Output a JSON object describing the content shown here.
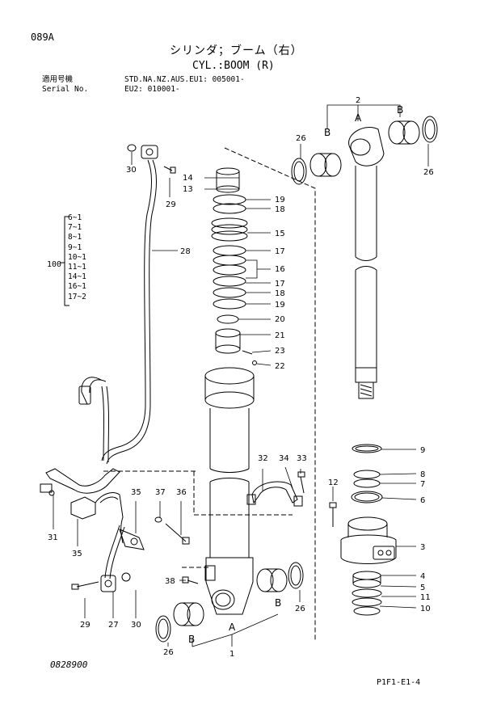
{
  "header": {
    "code": "089A",
    "title_jp": "シリンダ；ブーム（右）",
    "title_en": "CYL.:BOOM (R)",
    "applicable_label": "適用号機",
    "applicable_models": "STD.NA.NZ.AUS.EU1: 005001-",
    "serial_label": "Serial No.",
    "eu2_serial": "EU2: 010001-"
  },
  "kit": {
    "total": "100",
    "items": [
      "6~1",
      "7~1",
      "8~1",
      "9~1",
      "10~1",
      "11~1",
      "14~1",
      "16~1",
      "17~2"
    ]
  },
  "callouts": {
    "c1": "1",
    "c2": "2",
    "c3": "3",
    "c4": "4",
    "c5": "5",
    "c6": "6",
    "c7": "7",
    "c8": "8",
    "c9": "9",
    "c10": "10",
    "c11": "11",
    "c12": "12",
    "c13": "13",
    "c14": "14",
    "c15": "15",
    "c16": "16",
    "c17a": "17",
    "c17b": "17",
    "c18a": "18",
    "c18b": "18",
    "c19a": "19",
    "c19b": "19",
    "c20": "20",
    "c21": "21",
    "c22": "22",
    "c23": "23",
    "c26a": "26",
    "c26b": "26",
    "c26c": "26",
    "c26d": "26",
    "c27": "27",
    "c28": "28",
    "c29a": "29",
    "c29b": "29",
    "c30a": "30",
    "c30b": "30",
    "c31": "31",
    "c32": "32",
    "c33": "33",
    "c34": "34",
    "c35a": "35",
    "c35b": "35",
    "c36": "36",
    "c37": "37",
    "c38": "38",
    "A1": "A",
    "A2": "A",
    "B1": "B",
    "B2": "B",
    "B3": "B",
    "B4": "B"
  },
  "footer": {
    "drawing_no": "0828900",
    "page_ref": "P1F1-E1-4"
  }
}
